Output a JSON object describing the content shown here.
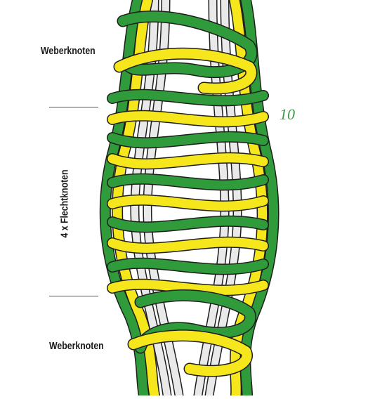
{
  "labels": {
    "top": "Weberknoten",
    "middle": "4 x Flechtknoten",
    "bottom": "Weberknoten",
    "step_number": "10"
  },
  "colors": {
    "green": "#2f9b3a",
    "yellow": "#f6e61c",
    "core_fill": "#e9e9e9",
    "outline": "#1e1e1e",
    "step_number": "#3d9a46"
  }
}
